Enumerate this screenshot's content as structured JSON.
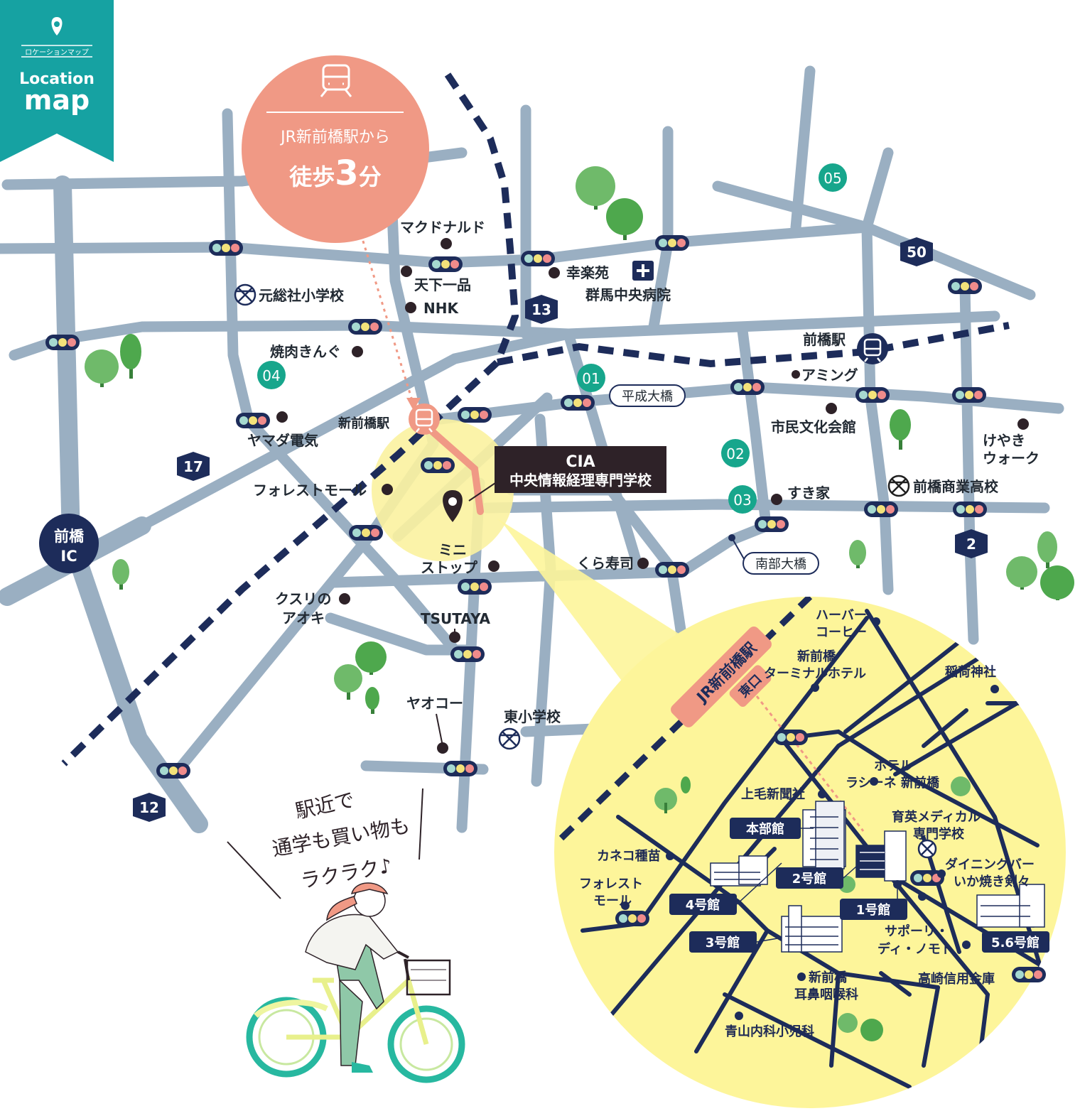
{
  "badge": {
    "kana": "ロケーションマップ",
    "line1": "Location",
    "line2": "map",
    "color": "#16a2a2",
    "icon": "location-pin-icon"
  },
  "callout": {
    "line1": "JR新前橋駅から",
    "line2a": "徒歩",
    "line2b": "3",
    "line2c": "分",
    "color": "#f09985",
    "icon": "train-icon"
  },
  "school": {
    "name": "CIA",
    "sub": "中央情報経理専門学校",
    "color": "#2e2228"
  },
  "road_numbers": {
    "r13": "13",
    "r17": "17",
    "r50": "50",
    "r2": "2",
    "r12": "12",
    "maebashi_ic_1": "前橋",
    "maebashi_ic_2": "IC"
  },
  "circled_numbers": {
    "n01": "01",
    "n02": "02",
    "n03": "03",
    "n04": "04",
    "n05": "05",
    "color": "#17a68c"
  },
  "labels": {
    "mcdonalds": "マクドナルド",
    "tenkaippin": "天下一品",
    "nhk": "NHK",
    "kourakuen": "幸楽苑",
    "gunma_hospital": "群馬中央病院",
    "motosoja_school": "元総社小学校",
    "yakiniku_kingu": "焼肉きんぐ",
    "shinmaebashi_station": "新前橋駅",
    "yamada_denki": "ヤマダ電気",
    "forest_mall": "フォレストモール",
    "ministop_1": "ミニ",
    "ministop_2": "ストップ",
    "kura_sushi": "くら寿司",
    "kusuri_1": "クスリの",
    "kusuri_2": "アオキ",
    "tsutaya": "TSUTAYA",
    "yaoko": "ヤオコー",
    "higashi_school": "東小学校",
    "maebashi_station": "前橋駅",
    "aming": "アミング",
    "heisei_ohashi": "平成大橋",
    "shimin_bunka": "市民文化会館",
    "keyaki_1": "けやき",
    "keyaki_2": "ウォーク",
    "sukiya": "すき家",
    "shogyo_school": "前橋商業高校",
    "nanbu_ohashi": "南部大橋"
  },
  "caption": {
    "line1": "駅近で",
    "line2": "通学も買い物も",
    "line3": "ラクラク♪"
  },
  "inset": {
    "station_tag": "JR新前橋駅",
    "exit_tag": "東口",
    "harbor_1": "ハーバー",
    "harbor_2": "コーヒー",
    "terminal_hotel_1": "新前橋",
    "terminal_hotel_2": "ターミナルホテル",
    "inari": "稲荷神社",
    "hotel_1": "ホテル",
    "hotel_2": "ラシーネ 新前橋",
    "jomo": "上毛新聞社",
    "ikuei_1": "育英メディカル",
    "ikuei_2": "専門学校",
    "honbu": "本部館",
    "kaneko": "カネコ種苗",
    "dining_1": "ダイニングバー",
    "dining_2": "いか焼き剣々",
    "bldg2": "2号館",
    "forest_1": "フォレスト",
    "forest_2": "モール",
    "bldg4": "4号館",
    "bldg1": "1号館",
    "saporri_1": "サポーリ・",
    "saporri_2": "ディ・ノモト",
    "bldg3": "3号館",
    "bldg56": "5.6号館",
    "ent_1": "新前橋",
    "ent_2": "耳鼻咽喉科",
    "takasaki": "高崎信用金庫",
    "aoyama": "青山内科小児科"
  },
  "colors": {
    "road": "#9aafc2",
    "rail": "#1d2c5a",
    "highlight": "#fbf2a0",
    "inset_fill": "#fdf59a",
    "tree": "#4ea84d",
    "tree_dark": "#38803a"
  }
}
